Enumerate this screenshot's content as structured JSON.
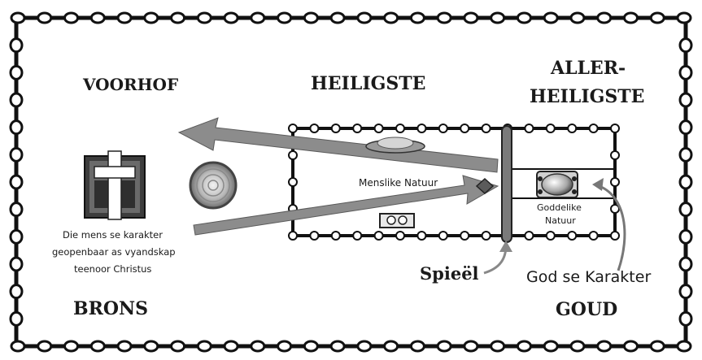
{
  "labels": {
    "voorhof": "VOORHOF",
    "heiligste": "HEILIGSTE",
    "aller_line1": "ALLER-",
    "aller_line2": "HEILIGSTE",
    "brons": "BRONS",
    "goud": "GOUD",
    "menslike": "Menslike Natuur",
    "goddelike_line1": "Goddelike",
    "goddelike_line2": "Natuur",
    "karakter_line1": "Die mens se karakter",
    "karakter_line2": "geopenbaar as vyandskap",
    "karakter_line3": "teenoor Christus",
    "spieel": "Spieël",
    "god_se_karakter": "God se Karakter"
  },
  "icons": [
    "cross-tablets-icon",
    "laver-basin-icon",
    "ark-icon",
    "shewbread-table-icon",
    "lampstand-icon",
    "incense-altar-icon"
  ],
  "colors": {
    "ink": "#1a1a1a",
    "arrow": "#8c8c8c",
    "mirror": "#7a7a7a"
  }
}
